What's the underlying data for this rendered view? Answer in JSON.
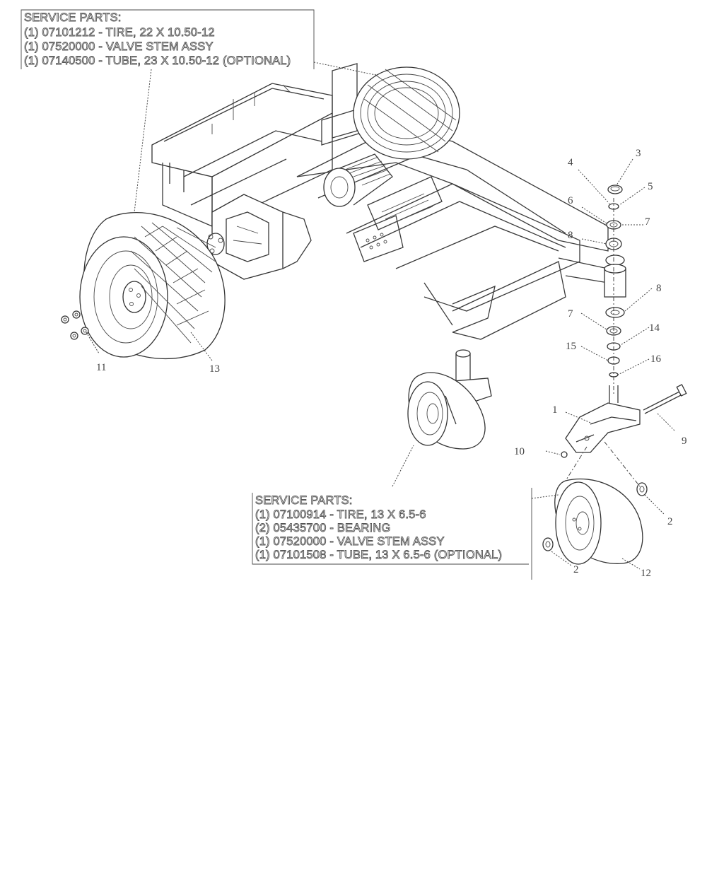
{
  "service_parts_rear": {
    "title": "SERVICE PARTS:",
    "lines": [
      "(1) 07101212 - TIRE, 22 X 10.50-12",
      "(1) 07520000 - VALVE STEM ASSY",
      "(1) 07140500 - TUBE, 23 X 10.50-12 (OPTIONAL)"
    ]
  },
  "service_parts_front": {
    "title": "SERVICE PARTS:",
    "lines": [
      "(1) 07100914 - TIRE, 13 X 6.5-6",
      "(2) 05435700 - BEARING",
      "(1) 07520000 - VALVE STEM ASSY",
      "(1) 07101508 - TUBE, 13 X 6.5-6 (OPTIONAL)"
    ]
  },
  "callouts": {
    "c1": "1",
    "c2a": "2",
    "c2b": "2",
    "c3": "3",
    "c4": "4",
    "c5": "5",
    "c6": "6",
    "c7a": "7",
    "c7b": "7",
    "c8a": "8",
    "c8b": "8",
    "c9": "9",
    "c10": "10",
    "c11": "11",
    "c12": "12",
    "c13": "13",
    "c14": "14",
    "c15": "15",
    "c16": "16"
  }
}
